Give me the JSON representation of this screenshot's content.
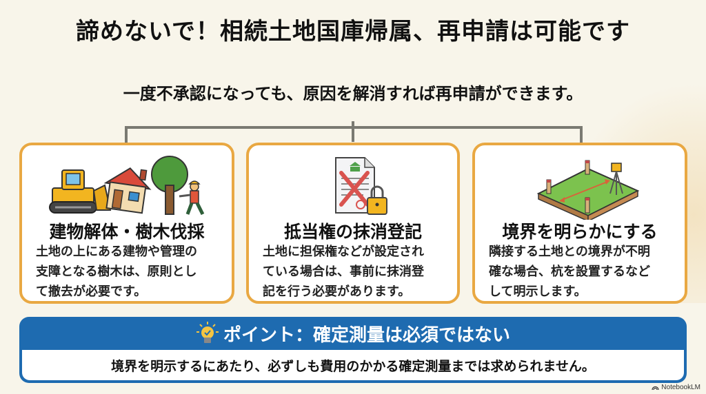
{
  "title": "諦めないで！相続土地国庫帰属、再申請は可能です",
  "subtitle": "一度不承認になっても、原因を解消すれば再申請ができます。",
  "cards": [
    {
      "icon": "demolition-bulldozer-house-tree-icon",
      "title": "建物解体・樹木伐採",
      "body_lines": [
        "土地の上にある建物や管理の",
        "支障となる樹木は、原則とし",
        "て撤去が必要です。"
      ]
    },
    {
      "icon": "cancelled-document-lock-icon",
      "title": "抵当権の抹消登記",
      "body_lines": [
        "土地に担保権などが設定され",
        "ている場合は、事前に抹消登",
        "記を行う必要があります。"
      ]
    },
    {
      "icon": "land-boundary-survey-icon",
      "title": "境界を明らかにする",
      "body_lines": [
        "隣接する土地との境界が不明",
        "確な場合、杭を設置するなど",
        "して明示します。"
      ]
    }
  ],
  "point": {
    "icon": "lightbulb-check-icon",
    "title": "ポイント：確定測量は必須ではない",
    "body": "境界を明示するにあたり、必ずしも費用のかかる確定測量までは求められません。"
  },
  "brand": {
    "label": "NotebookLM"
  },
  "colors": {
    "background": "#f8f5ea",
    "card_border": "#e9a842",
    "point_blue": "#1e6bb0",
    "connector": "#7a7a72"
  }
}
